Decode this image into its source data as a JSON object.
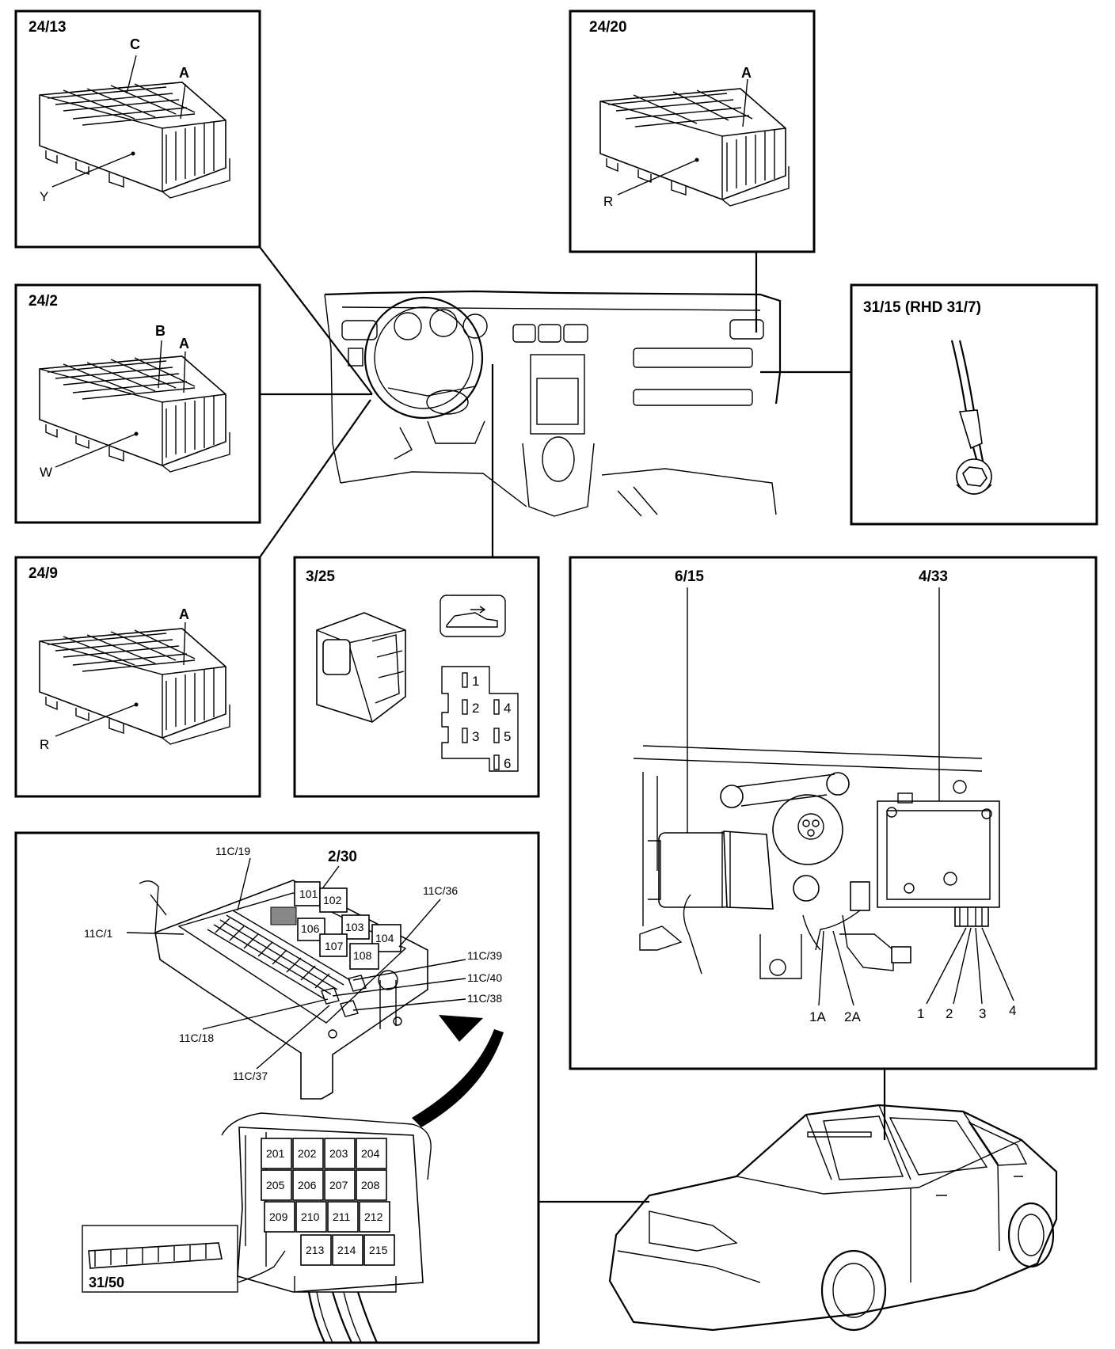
{
  "panels": {
    "p2413": {
      "title": "24/13",
      "labels": {
        "C": "C",
        "A": "A",
        "Y": "Y"
      }
    },
    "p2420": {
      "title": "24/20",
      "labels": {
        "A": "A",
        "R": "R"
      }
    },
    "p242": {
      "title": "24/2",
      "labels": {
        "B": "B",
        "A": "A",
        "W": "W"
      }
    },
    "p249": {
      "title": "24/9",
      "labels": {
        "A": "A",
        "R": "R"
      }
    },
    "p3115": {
      "title": "31/15 (RHD 31/7)"
    },
    "p325": {
      "title": "3/25",
      "pins": [
        "1",
        "2",
        "3",
        "4",
        "5",
        "6"
      ]
    },
    "pwiper": {
      "title_left": "6/15",
      "title_right": "4/33",
      "pins": [
        "1A",
        "2A",
        "1",
        "2",
        "3",
        "4"
      ]
    },
    "pfuse": {
      "title": "2/30",
      "callouts": [
        "11C/19",
        "11C/36",
        "11C/1",
        "11C/39",
        "11C/40",
        "11C/38",
        "11C/18",
        "11C/37"
      ],
      "relays_top": [
        "101",
        "102",
        "103",
        "104",
        "106",
        "107",
        "108"
      ],
      "relays_lower": [
        "201",
        "202",
        "203",
        "204",
        "205",
        "206",
        "207",
        "208",
        "209",
        "210",
        "211",
        "212",
        "213",
        "214",
        "215"
      ],
      "connector": "31/50"
    }
  },
  "icons": [
    "fuse-relay-box-icon",
    "switch-icon",
    "car-trunk-icon",
    "ground-terminal-icon",
    "wiper-motor-icon",
    "car-icon",
    "dashboard-icon"
  ]
}
